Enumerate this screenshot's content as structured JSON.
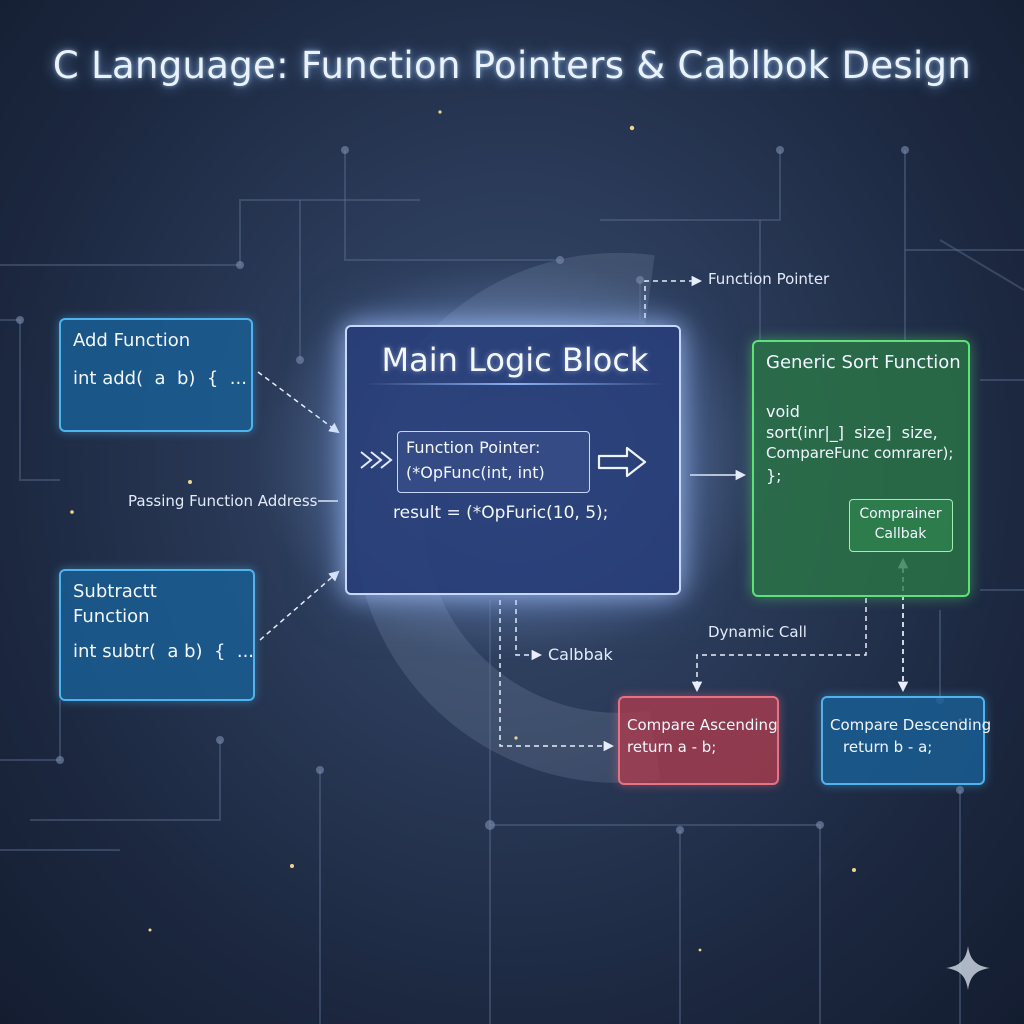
{
  "title": "C Language: Function Pointers & Cablbok Design",
  "colors": {
    "accent_blue": "#4fb4ee",
    "main_border": "#c6d8ff",
    "green": "#5fe07a",
    "red": "#e57384"
  },
  "add_box": {
    "title": "Add Function",
    "code": "int add(  a  b)  {  ..."
  },
  "subtract_box": {
    "title_line1": "Subtractt",
    "title_line2": "Function",
    "code": "int subtr(  a b)  {  ..."
  },
  "main_box": {
    "title": "Main Logic Block",
    "fp_line1": "Function Pointer:",
    "fp_line2": "(*OpFunc(int, int)",
    "result": "result = (*OpFuric(10, 5);"
  },
  "sort_box": {
    "title": "Generic Sort Function",
    "code_line1": "void",
    "code_line2": "sort(inr|_]  size]  size,",
    "code_line3": "CompareFunc comrarer);",
    "code_line4": "};",
    "callback_line1": "Comprainer",
    "callback_line2": "Callbak"
  },
  "asc_box": {
    "title": "Compare Ascending",
    "code": "return a - b;"
  },
  "desc_box": {
    "title": "Compare Descending",
    "code": "return b - a;"
  },
  "labels": {
    "function_pointer": "Function Pointer",
    "passing_address": "Passing Function Address",
    "callback": "Calbbak",
    "dynamic_call": "Dynamic Call"
  }
}
